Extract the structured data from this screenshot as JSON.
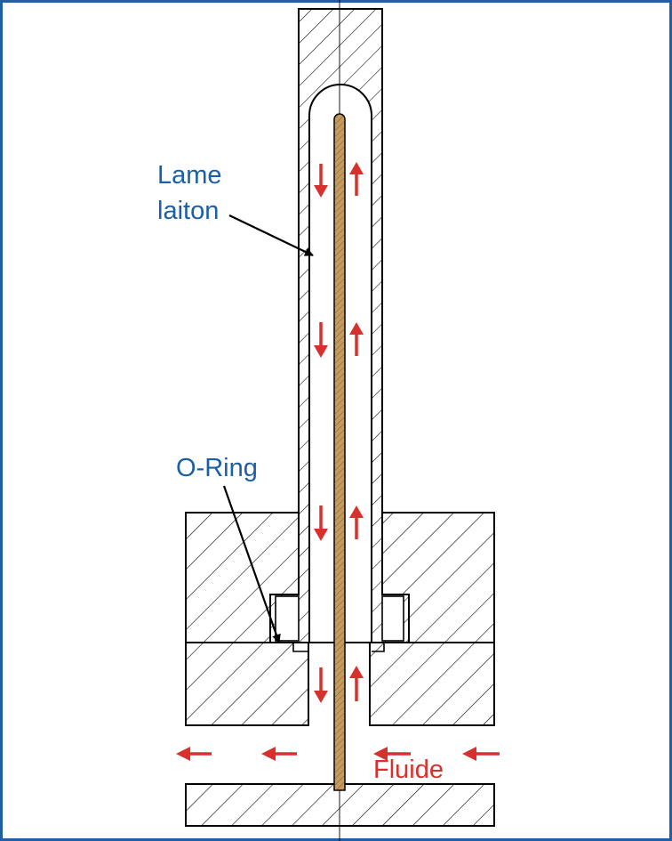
{
  "labels": {
    "blade": [
      "Lame",
      "laiton"
    ],
    "oring": "O-Ring",
    "fluid": "Fluide"
  },
  "colors": {
    "frame": "#1f5fa6",
    "label": "#1b5fa6",
    "arrow": "#d7312e",
    "blade": "#c49a5e",
    "line": "#000000"
  }
}
